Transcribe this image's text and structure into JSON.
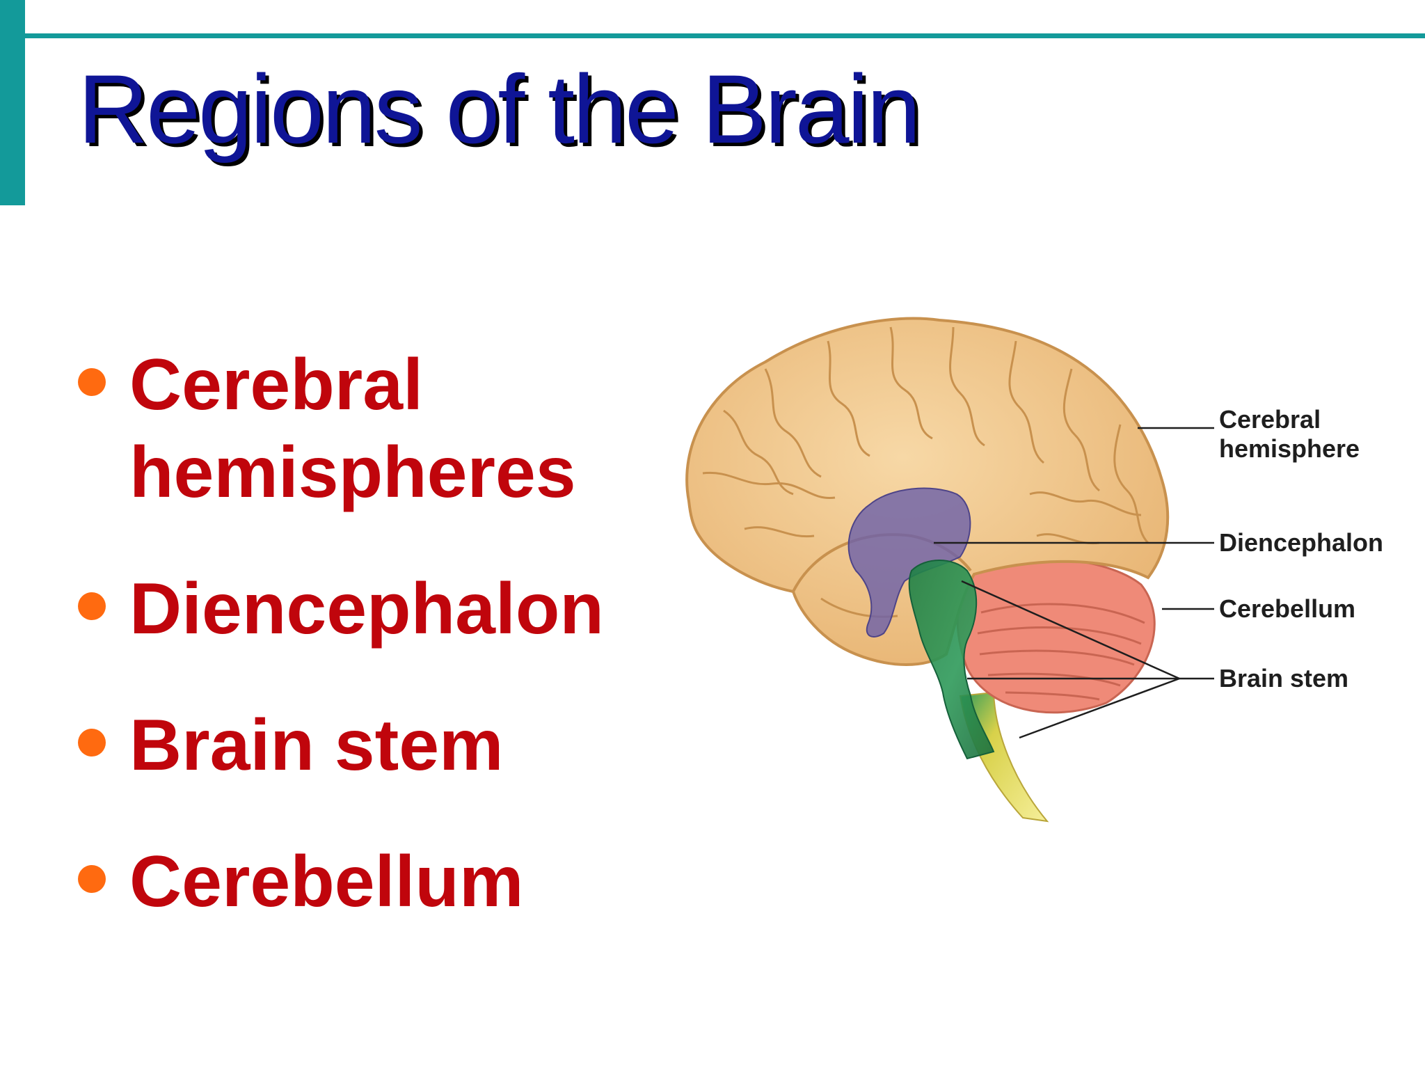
{
  "slide": {
    "title": "Regions of the Brain",
    "accent_color": "#139a9a",
    "title_color": "#0f1596",
    "bullet_color": "#ff6a10",
    "bullet_text_color": "#c0050c"
  },
  "bullets": [
    {
      "text": "Cerebral\nhemispheres"
    },
    {
      "text": "Diencephalon"
    },
    {
      "text": "Brain stem"
    },
    {
      "text": "Cerebellum"
    }
  ],
  "figure": {
    "labels": {
      "cerebral_hemisphere": [
        "Cerebral",
        "hemisphere"
      ],
      "diencephalon": "Diencephalon",
      "cerebellum": "Cerebellum",
      "brain_stem": "Brain stem"
    },
    "region_colors": {
      "cerebrum": "#f2c98f",
      "diencephalon": "#6e62a8",
      "cerebellum": "#ef8a78",
      "brain_stem": "#2f9a5a",
      "spinal_cord": "#e8d84a"
    }
  }
}
